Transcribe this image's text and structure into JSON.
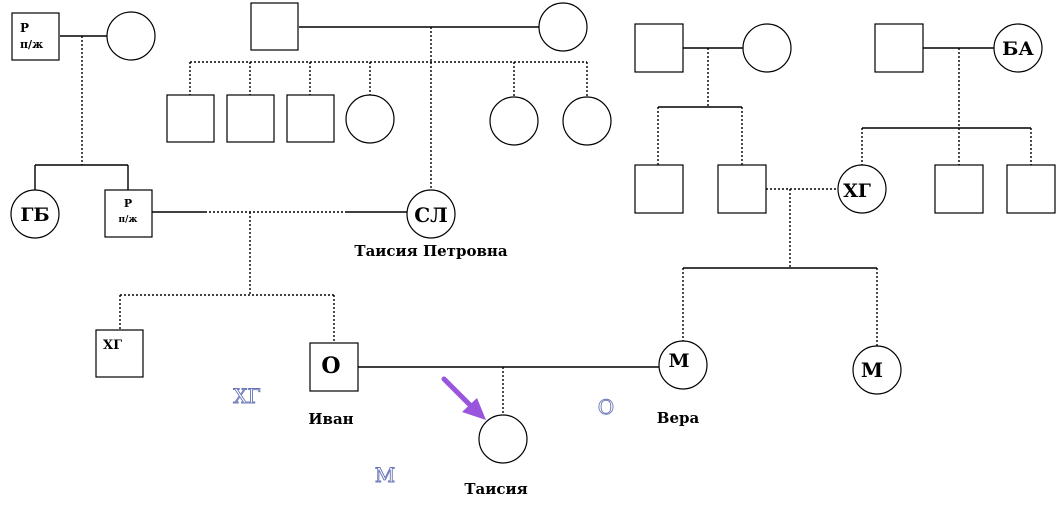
{
  "diagram": {
    "people": {
      "p_rpzh_top": {
        "symbol_line1": "Р",
        "symbol_line2": "п/ж"
      },
      "gb": {
        "symbol": "ГБ"
      },
      "p_rpzh_mid": {
        "symbol_line1": "Р",
        "symbol_line2": "п/ж"
      },
      "sl": {
        "symbol": "СЛ",
        "name": "Таисия Петровна",
        "color": "#ffff33"
      },
      "hg_left": {
        "symbol": "ХГ"
      },
      "ivan": {
        "symbol": "О",
        "name": "Иван",
        "color": "#ff0000"
      },
      "taisiya": {
        "name": "Таисия",
        "color": "#9955dd"
      },
      "vera": {
        "symbol": "М",
        "name": "Вера",
        "color": "#00aa00"
      },
      "m_right": {
        "symbol": "М"
      },
      "hg_right": {
        "symbol": "ХГ"
      },
      "ba": {
        "symbol": "БА"
      }
    },
    "annotations": {
      "hg_ghost": "ХГ",
      "m_ghost": "М",
      "o_ghost": "О"
    },
    "proband_arrow_color": "#9955dd"
  }
}
